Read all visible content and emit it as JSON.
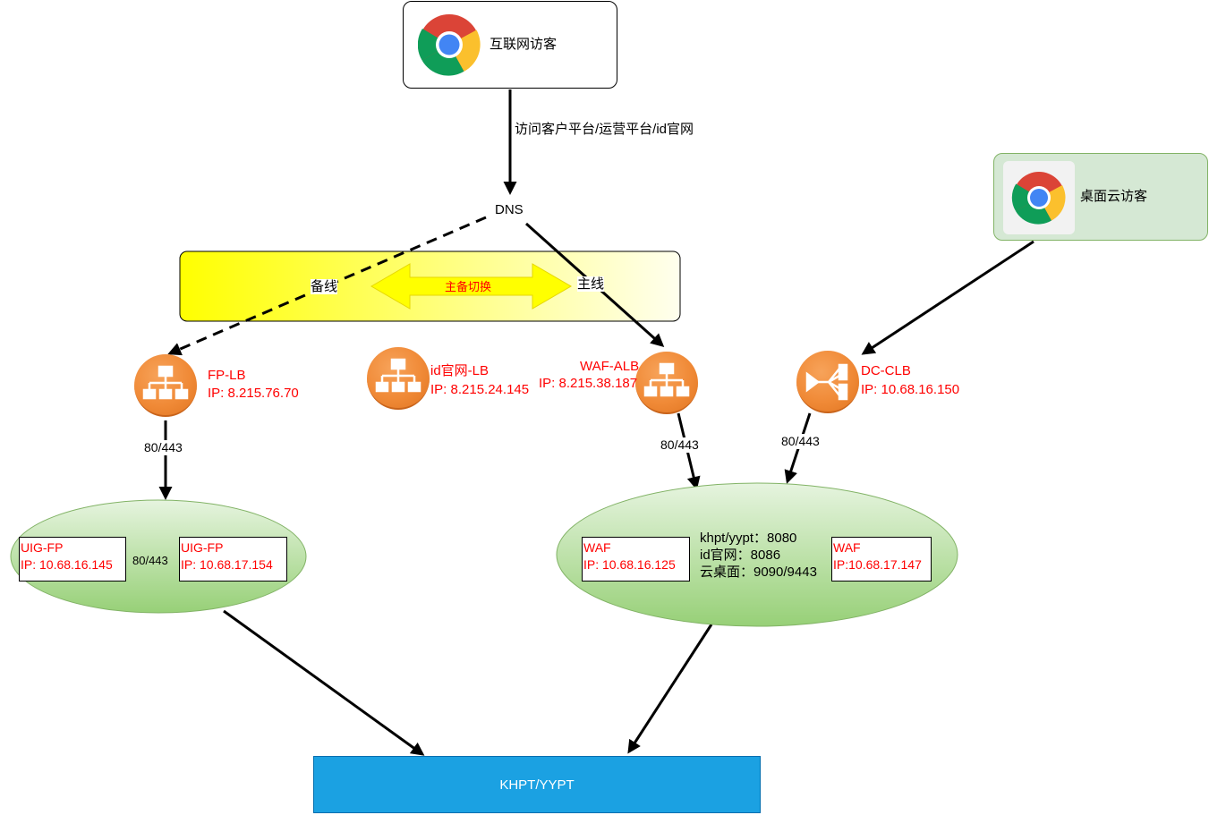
{
  "nodes": {
    "internet_visitor": "互联网访客",
    "desktop_visitor": "桌面云访客",
    "dns": "DNS",
    "route_label": "访问客户平台/运营平台/id官网",
    "backup_line": "备线",
    "main_line": "主线",
    "switch_label": "主备切换",
    "fp_lb": {
      "name": "FP-LB",
      "ip": "IP: 8.215.76.70"
    },
    "id_lb": {
      "name": "id官网-LB",
      "ip": "IP: 8.215.24.145"
    },
    "waf_alb": {
      "name": "WAF-ALB",
      "ip": "IP: 8.215.38.187"
    },
    "dc_clb": {
      "name": "DC-CLB",
      "ip": "IP: 10.68.16.150"
    },
    "port_fp": "80/443",
    "port_waf": "80/443",
    "port_dc": "80/443",
    "port_uig": "80/443",
    "uig1": {
      "name": "UIG-FP",
      "ip": "IP: 10.68.16.145"
    },
    "uig2": {
      "name": "UIG-FP",
      "ip": "IP: 10.68.17.154"
    },
    "waf1": {
      "name": "WAF",
      "ip": "IP: 10.68.16.125"
    },
    "waf2": {
      "name": "WAF",
      "ip": "IP:10.68.17.147"
    },
    "waf_ports": [
      "khpt/yypt：8080",
      "id官网：8086",
      "云桌面：9090/9443"
    ],
    "target": "KHPT/YYPT"
  },
  "colors": {
    "lb_orange": "#f08a37",
    "label_red": "#ff0000",
    "target_blue": "#1ba1e2",
    "cluster_green": "#97d077",
    "desktop_bg": "#d5e8d4",
    "switch_bg": "#ffff88"
  }
}
